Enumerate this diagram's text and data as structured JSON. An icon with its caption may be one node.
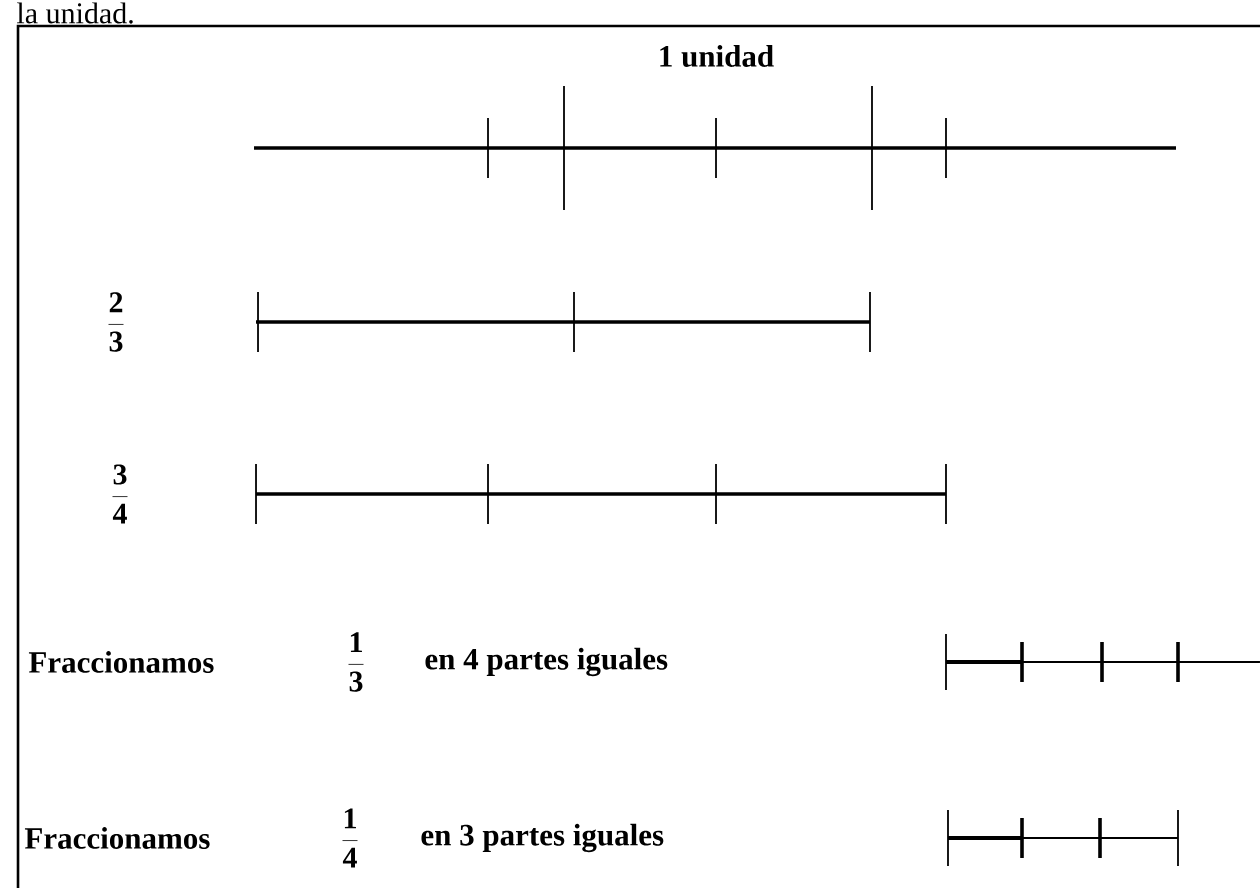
{
  "diagram": {
    "labels": [
      "la unidad.",
      "1 unidad",
      "\\frac{\\textbf{2}}{\\textbf{3}}",
      "\\frac{\\textbf{3}}{\\textbf{4}}",
      "Fraccionamos",
      "\\frac{\\textbf{1}}{\\textbf{3}}",
      "en 4 partes iguales",
      "Fraccionamos",
      "\\frac{\\textbf{1}}{\\textbf{4}}",
      "en 3 partes iguales"
    ]
  }
}
